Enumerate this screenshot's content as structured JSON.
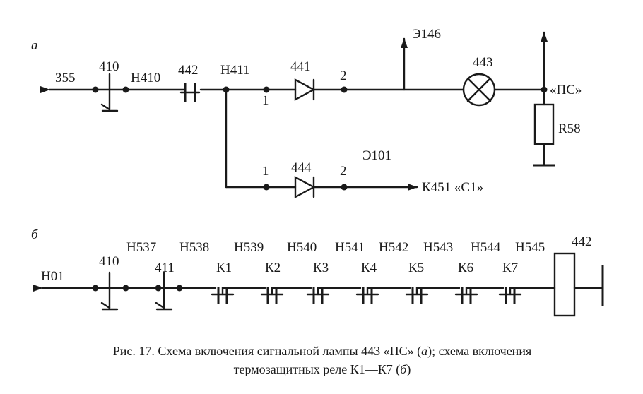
{
  "panel_a": {
    "letter": "а",
    "labels": {
      "l355": "355",
      "l410": "410",
      "lH410": "Н410",
      "l442": "442",
      "lH411": "Н411",
      "l441": "441",
      "l443": "443",
      "lE146": "Э146",
      "lPS": "«ПС»",
      "lR58": "R58",
      "lE101": "Э101",
      "l444": "444",
      "lK451": "К451 «С1»",
      "pin1_top": "1",
      "pin2_top": "2",
      "pin1_bot": "1",
      "pin2_bot": "2"
    }
  },
  "panel_b": {
    "letter": "б",
    "labels": {
      "lH01": "Н01",
      "l410": "410",
      "l411": "411",
      "lH537": "Н537",
      "lH538": "Н538",
      "lH539": "Н539",
      "lH540": "Н540",
      "lH541": "Н541",
      "lH542": "Н542",
      "lH543": "Н543",
      "lH544": "Н544",
      "lH545": "Н545",
      "l442": "442",
      "K1": "К1",
      "K2": "К2",
      "K3": "К3",
      "K4": "К4",
      "K5": "К5",
      "K6": "К6",
      "K7": "К7"
    }
  },
  "caption": {
    "line1_prefix": "Рис. 17. Схема включения сигнальной лампы 443 «ПС» (",
    "line1_a": "а",
    "line1_suffix": "); схема включения",
    "line2_prefix": "термозащитных реле К1—К7 (",
    "line2_b": "б",
    "line2_suffix": ")"
  }
}
